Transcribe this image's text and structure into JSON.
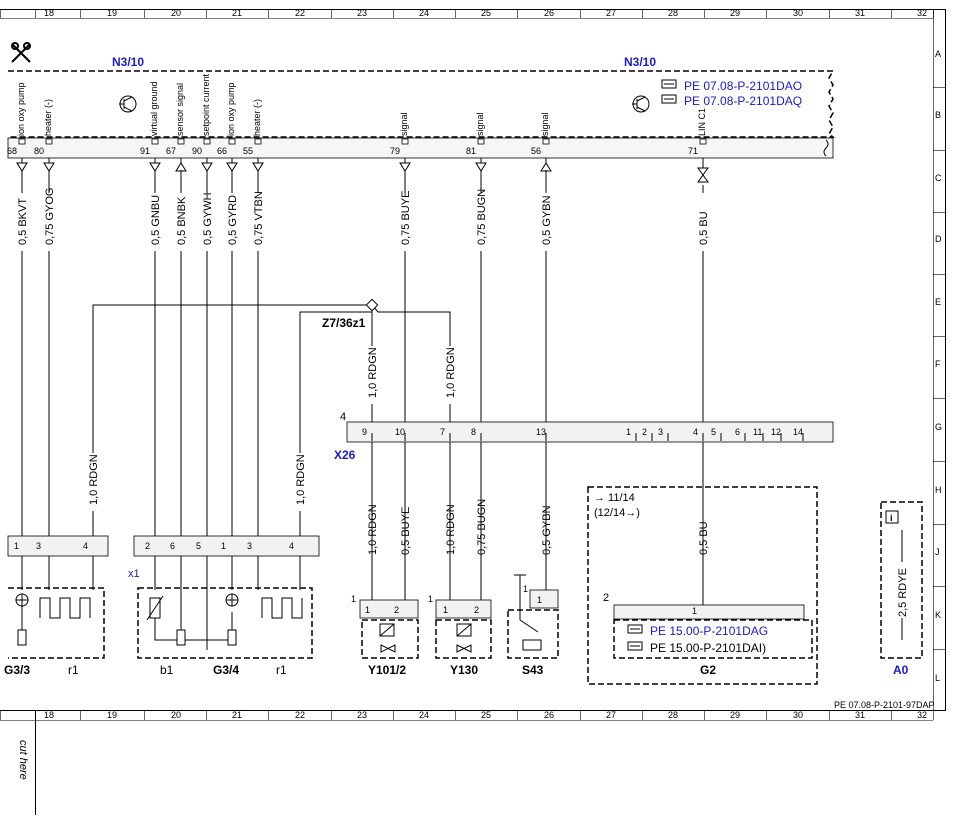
{
  "grid": {
    "columns": [
      "18",
      "19",
      "20",
      "21",
      "22",
      "23",
      "24",
      "25",
      "26",
      "27",
      "28",
      "29",
      "30",
      "31",
      "32"
    ],
    "rows": [
      "A",
      "B",
      "C",
      "D",
      "E",
      "F",
      "G",
      "H",
      "J",
      "K",
      "L"
    ]
  },
  "modules": {
    "n3_10_left": "N3/10",
    "n3_10_right": "N3/10",
    "refs": [
      "PE 07.08-P-2101DAO",
      "PE 07.08-P-2101DAQ"
    ]
  },
  "pins": [
    {
      "n": "68",
      "label": "ion oxy pump"
    },
    {
      "n": "80",
      "label": "heater (-)"
    },
    {
      "n": "91",
      "label": "virtual ground"
    },
    {
      "n": "67",
      "label": "sensor signal"
    },
    {
      "n": "90",
      "label": "setpoint current"
    },
    {
      "n": "66",
      "label": "ion oxy pump"
    },
    {
      "n": "55",
      "label": "heater (-)"
    },
    {
      "n": "79",
      "label": "signal"
    },
    {
      "n": "81",
      "label": "signal"
    },
    {
      "n": "56",
      "label": "signal"
    },
    {
      "n": "71",
      "label": "LIN C1"
    }
  ],
  "wires_upper": [
    "0,5 BKVT",
    "0,75 GYOG",
    "0,5 GNBU",
    "0,5 BNBK",
    "0,5 GYWH",
    "0,5 GYRD",
    "0,75 VTBN",
    "0,75 BUYE",
    "0,75 BUGN",
    "0,5 GYBN",
    "0,5 BU"
  ],
  "splice": "Z7/36z1",
  "wires_mid": [
    "1,0 RDGN",
    "1,0 RDGN",
    "1,0 RDGN",
    "1,0 RDGN"
  ],
  "connector_x26": {
    "name": "X26",
    "number": "4",
    "pins": [
      "9",
      "10",
      "7",
      "8",
      "13",
      "1",
      "2",
      "3",
      "4",
      "5",
      "6",
      "11",
      "12",
      "14"
    ]
  },
  "wires_lower": [
    "1,0 RDGN",
    "0,5 BUYE",
    "1,0 RDGN",
    "0,75 BUGN",
    "0,5 GYBN",
    "0,5 BU"
  ],
  "g2_note": {
    "line1": "→ 11/14",
    "line2": "(12/14→)"
  },
  "g2_refs": [
    "PE 15.00-P-2101DAG",
    "PE 15.00-P-2101DAI)"
  ],
  "sensor_pins": {
    "g33": [
      "1",
      "3",
      "4"
    ],
    "g34": [
      "2",
      "6",
      "5",
      "1",
      "3",
      "4"
    ],
    "y101": [
      "1",
      "2"
    ],
    "y130": [
      "1",
      "2"
    ],
    "s43": [
      "1"
    ],
    "g2": [
      "2",
      "1"
    ],
    "x1": "x1",
    "y101_num": "1",
    "y130_num": "1",
    "s43_num": "1"
  },
  "components": [
    {
      "name": "G3/3"
    },
    {
      "name": "r1"
    },
    {
      "name": "b1"
    },
    {
      "name": "G3/4"
    },
    {
      "name": "r1"
    },
    {
      "name": "Y101/2"
    },
    {
      "name": "Y130"
    },
    {
      "name": "S43"
    },
    {
      "name": "G2"
    },
    {
      "name": "A0"
    }
  ],
  "a0_wire": "2,5 RDYE",
  "a0_info": "i",
  "footer_ref": "PE 07.08-P-2101-97DAP",
  "cut_here": "cut here"
}
